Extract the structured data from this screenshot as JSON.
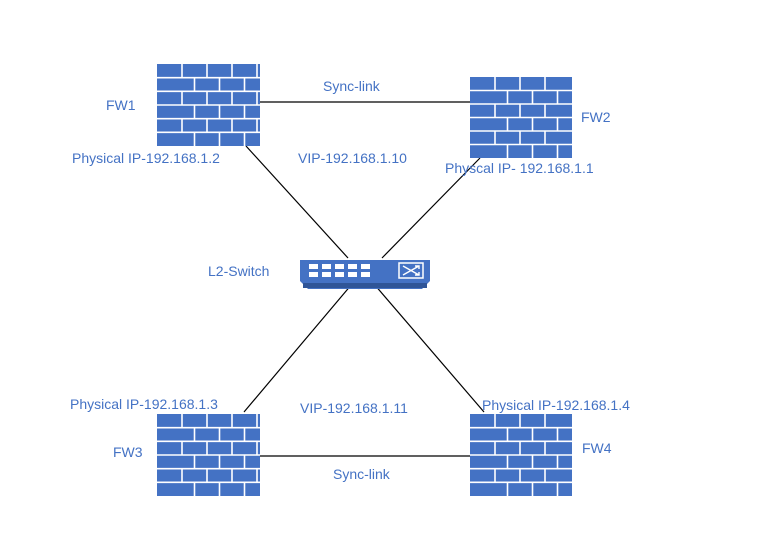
{
  "colors": {
    "device_fill": "#4472c4",
    "brick_line": "#ffffff",
    "link": "#000000",
    "text": "#4472c4"
  },
  "nodes": {
    "fw1": {
      "name": "FW1",
      "ip": "Physical IP-192.168.1.2",
      "icon": "firewall-icon"
    },
    "fw2": {
      "name": "FW2",
      "ip": "Physcal IP- 192.168.1.1",
      "icon": "firewall-icon"
    },
    "fw3": {
      "name": "FW3",
      "ip": "Physical IP-192.168.1.3",
      "icon": "firewall-icon"
    },
    "fw4": {
      "name": "FW4",
      "ip": "Physical IP-192.168.1.4",
      "icon": "firewall-icon"
    },
    "switch": {
      "name": "L2-Switch",
      "icon": "switch-icon"
    }
  },
  "links": {
    "sync_top": "Sync-link",
    "sync_bottom": "Sync-link",
    "vip_top": "VIP-192.168.1.10",
    "vip_bottom": "VIP-192.168.1.11"
  }
}
